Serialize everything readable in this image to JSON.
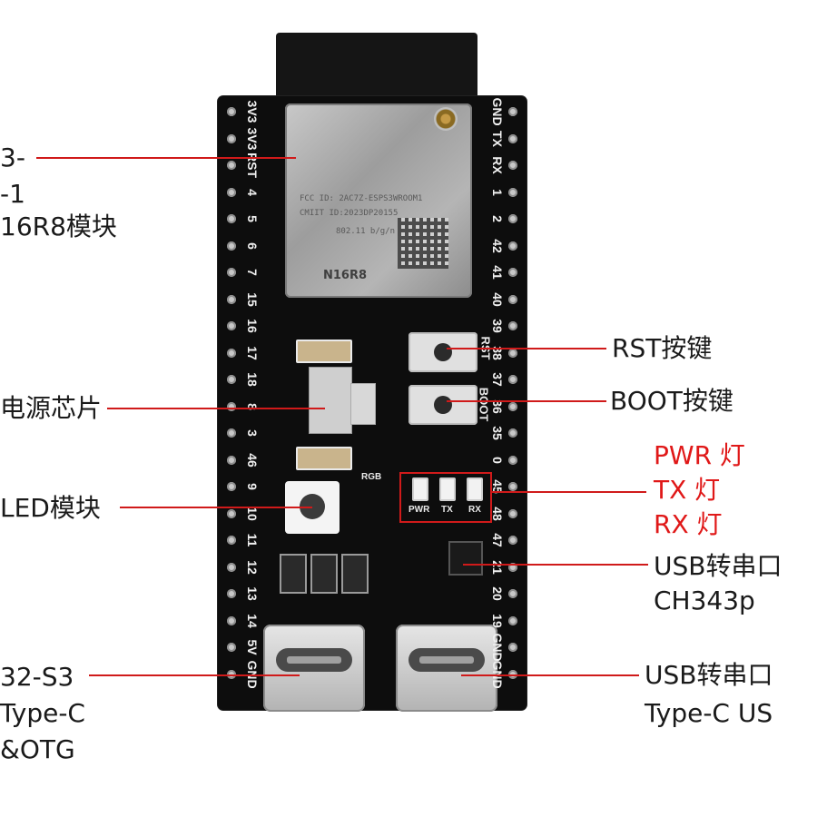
{
  "labels": {
    "module_line1": "3-",
    "module_line2": "-1",
    "module_line3": "16R8模块",
    "power_chip": "电源芯片",
    "rgb_led": "LED模块",
    "usb_otg_line1": "32-S3",
    "usb_otg_line2": "Type-C",
    "usb_otg_line3": "&OTG",
    "rst_button": "RST按键",
    "boot_button": "BOOT按键",
    "pwr_led": "PWR 灯",
    "tx_led": "TX 灯",
    "rx_led": "RX 灯",
    "usb_serial_chip_line1": "USB转串口",
    "usb_serial_chip_line2": "CH343p",
    "usb_serial_port_line1": "USB转串口",
    "usb_serial_port_line2": "Type-C US"
  },
  "board": {
    "module_name": "N16R8",
    "module_fcc": "FCC ID: 2AC7Z-ESPS3WROOM1",
    "module_cmiit": "CMIIT ID:2023DP20155",
    "module_model": "802.11 b/g/n",
    "left_pins": [
      "3V3",
      "3V3",
      "RST",
      "4",
      "5",
      "6",
      "7",
      "15",
      "16",
      "17",
      "18",
      "8",
      "3",
      "46",
      "9",
      "10",
      "11",
      "12",
      "13",
      "14",
      "5V",
      "GND"
    ],
    "right_pins": [
      "GND",
      "TX",
      "RX",
      "1",
      "2",
      "42",
      "41",
      "40",
      "39",
      "38",
      "37",
      "36",
      "35",
      "0",
      "45",
      "48",
      "47",
      "21",
      "20",
      "19",
      "GND",
      "GND"
    ],
    "silk_rst": "RST",
    "silk_boot": "BOOT",
    "silk_pwr": "PWR",
    "silk_tx": "TX",
    "silk_rx": "RX",
    "silk_rgb": "RGB"
  },
  "colors": {
    "leader_line": "#d01a1a",
    "red_label": "#e01818",
    "board": "#0d0d0d"
  }
}
